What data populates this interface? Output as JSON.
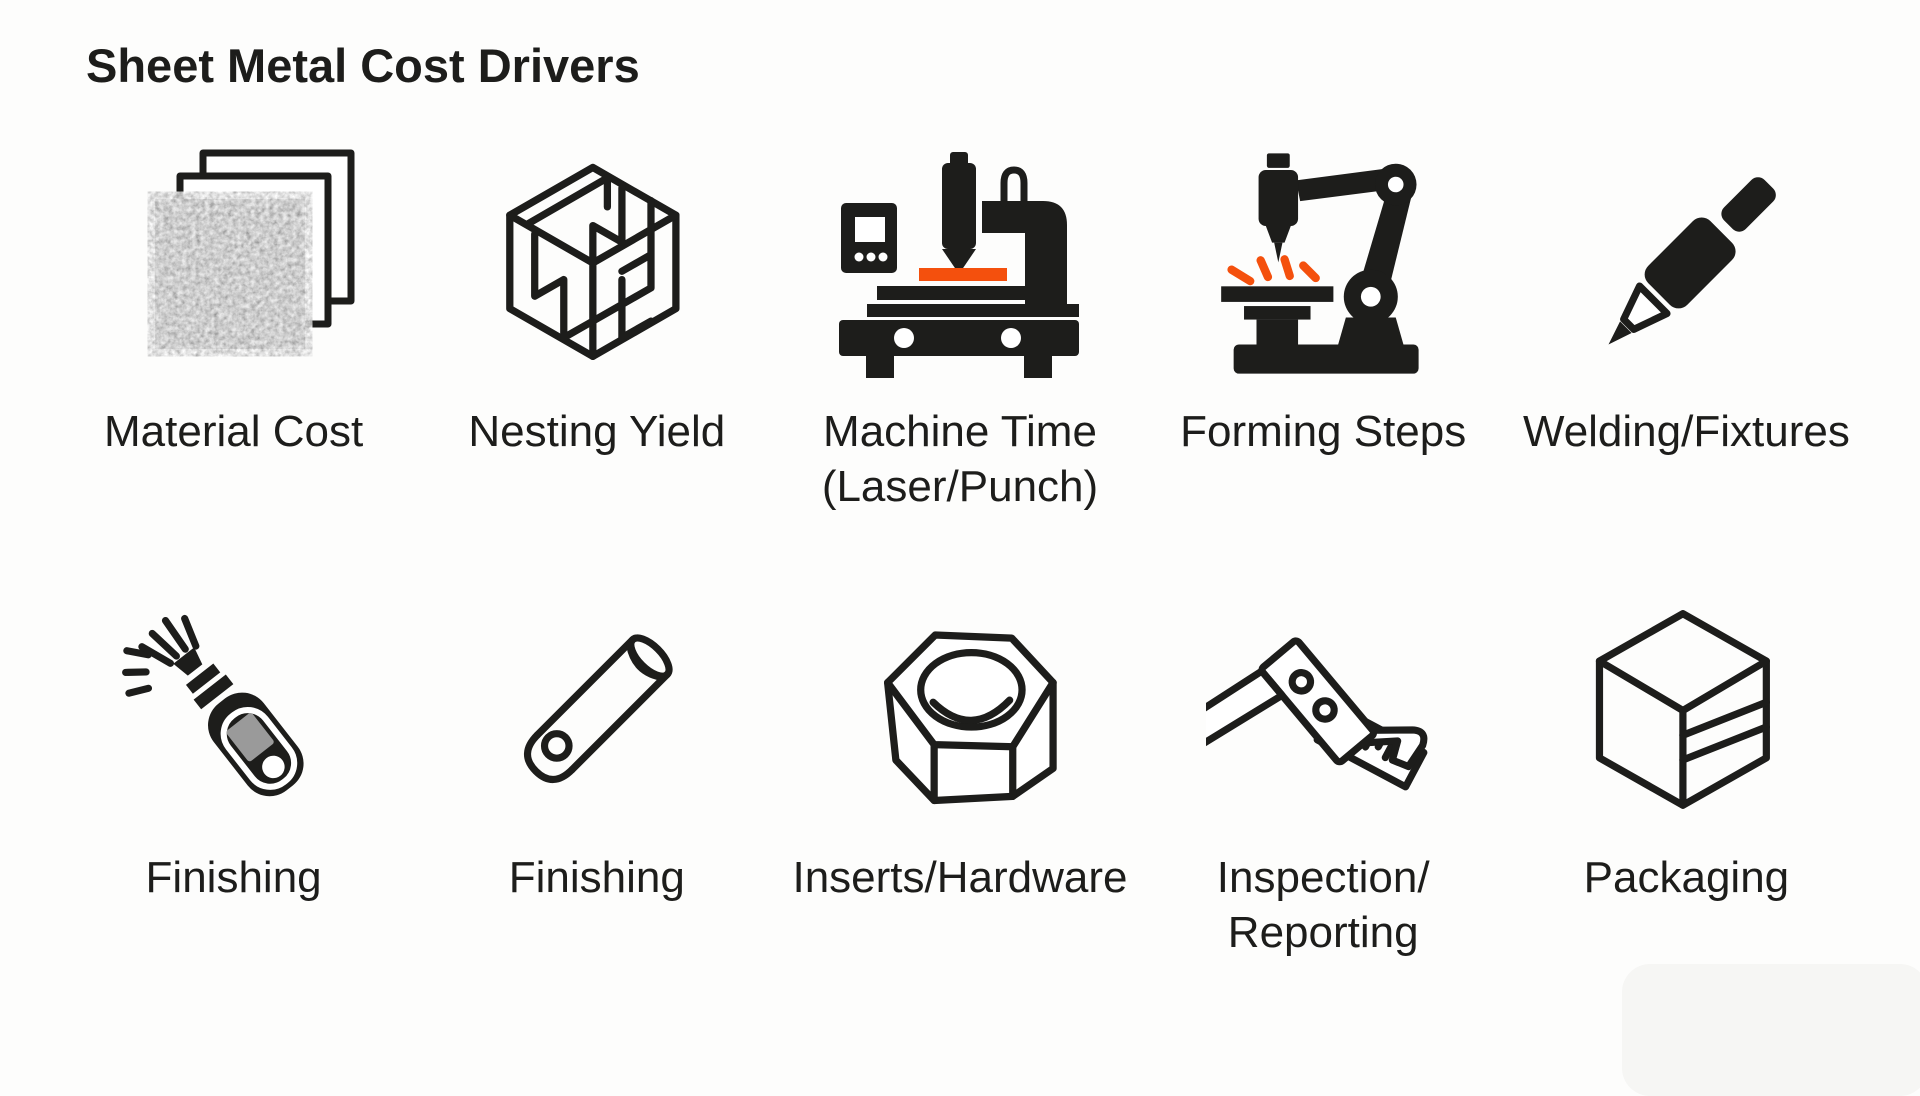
{
  "title": "Sheet Metal Cost Drivers",
  "colors": {
    "ink": "#1d1d1b",
    "accent": "#f4500d",
    "background": "#fdfdfc",
    "watermark_gray": "#f6f6f4",
    "sheet_gray": "#7b7b7b"
  },
  "cost_drivers": [
    {
      "line1": "Material Cost",
      "line2": "",
      "icon": "stacked-metal-sheets-icon"
    },
    {
      "line1": "Nesting Yield",
      "line2": "",
      "icon": "nested-parts-cube-icon"
    },
    {
      "line1": "Machine Time",
      "line2": "(Laser/Punch)",
      "icon": "laser-cutting-machine-icon"
    },
    {
      "line1": "Forming Steps",
      "line2": "",
      "icon": "robotic-press-arm-icon"
    },
    {
      "line1": "Welding/Fixtures",
      "line2": "",
      "icon": "welding-torch-icon"
    },
    {
      "line1": "Finishing",
      "line2": "",
      "icon": "deburring-tool-icon"
    },
    {
      "line1": "Finishing",
      "line2": "",
      "icon": "metal-tube-icon"
    },
    {
      "line1": "Inserts/Hardware",
      "line2": "",
      "icon": "hex-nut-icon"
    },
    {
      "line1": "Inspection/",
      "line2": "Reporting",
      "icon": "caliper-icon"
    },
    {
      "line1": "Packaging",
      "line2": "",
      "icon": "packaging-box-icon"
    }
  ]
}
